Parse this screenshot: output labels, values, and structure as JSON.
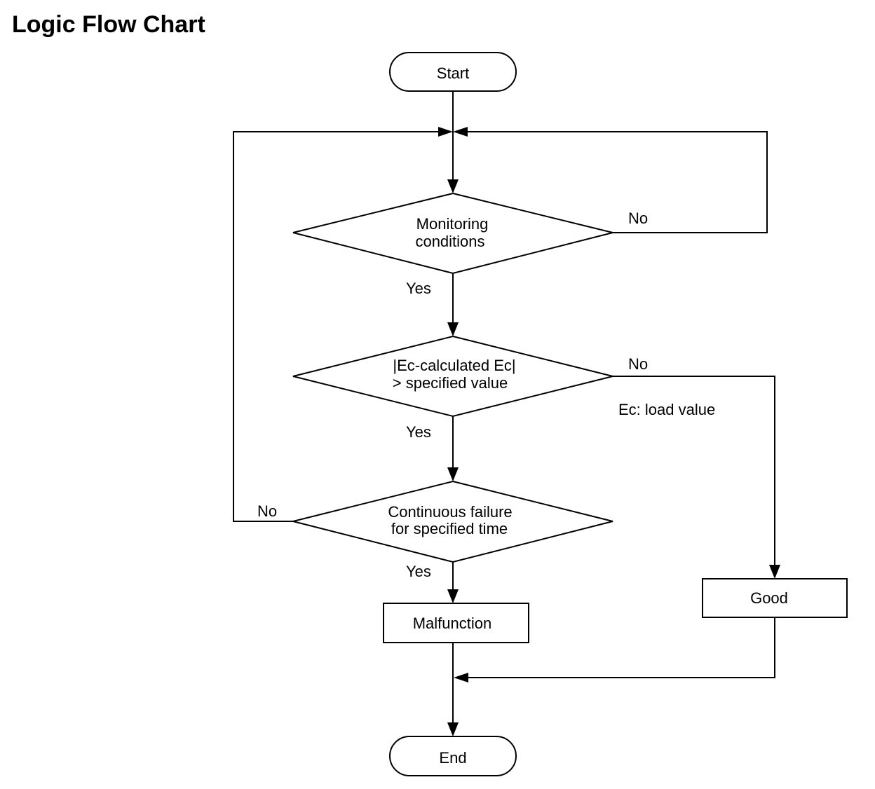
{
  "title": "Logic Flow Chart",
  "nodes": {
    "start": "Start",
    "monitoring": [
      "Monitoring",
      "conditions"
    ],
    "ec_check": [
      "|Ec-calculated Ec|",
      "> specified value"
    ],
    "continuous": [
      "Continuous failure",
      "for specified time"
    ],
    "malfunction": "Malfunction",
    "good": "Good",
    "end": "End"
  },
  "branch_labels": {
    "monitoring_no": "No",
    "monitoring_yes": "Yes",
    "ec_no": "No",
    "ec_yes": "Yes",
    "continuous_no": "No",
    "continuous_yes": "Yes"
  },
  "note": "Ec: load value"
}
